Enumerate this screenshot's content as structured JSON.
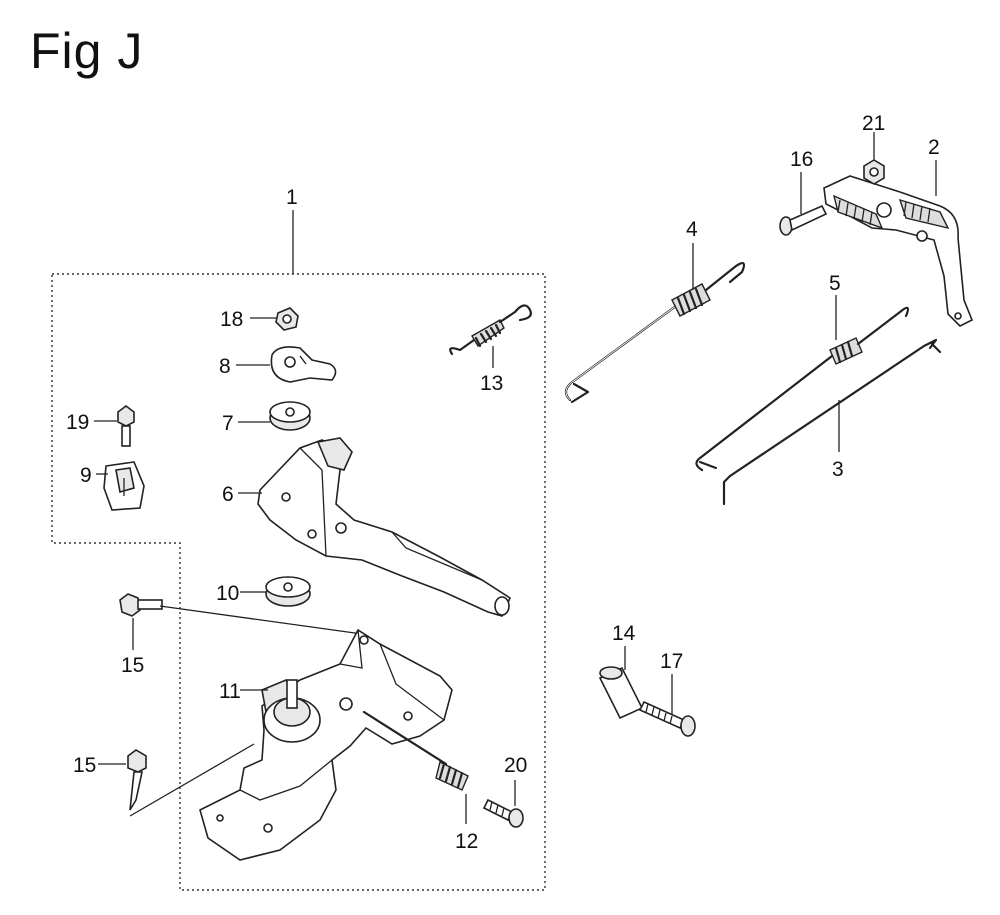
{
  "title": "Fig J",
  "callouts": {
    "c1": "1",
    "c2": "2",
    "c3": "3",
    "c4": "4",
    "c5": "5",
    "c6": "6",
    "c7": "7",
    "c8": "8",
    "c9": "9",
    "c10": "10",
    "c11": "11",
    "c12": "12",
    "c13": "13",
    "c14": "14",
    "c15a": "15",
    "c15b": "15",
    "c16": "16",
    "c17": "17",
    "c18": "18",
    "c19": "19",
    "c20": "20",
    "c21": "21"
  }
}
